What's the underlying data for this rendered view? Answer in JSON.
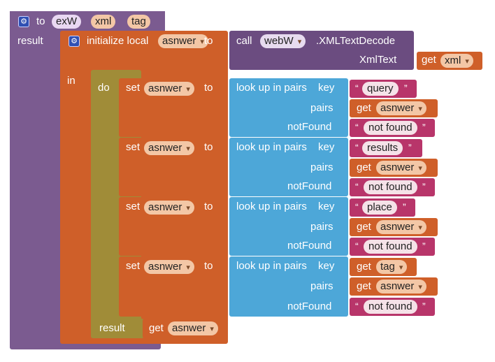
{
  "procedure": {
    "to_label": "to",
    "name": "exW",
    "params": [
      "xml",
      "tag"
    ],
    "result_label": "result"
  },
  "init_local": {
    "label": "initialize local",
    "var": "asnwer",
    "to_label": "to",
    "in_label": "in"
  },
  "call": {
    "label": "call",
    "component": "webW",
    "method": ".XMLTextDecode",
    "arg_label": "XmlText",
    "get_label": "get",
    "get_var": "xml"
  },
  "do_block": {
    "do_label": "do",
    "result_label": "result",
    "get_label": "get",
    "get_var": "asnwer"
  },
  "lookups": [
    {
      "set_label": "set",
      "var": "asnwer",
      "to_label": "to",
      "lookup_label": "look up in pairs",
      "key_label": "key",
      "key_type": "text",
      "key_value": "query",
      "pairs_label": "pairs",
      "pairs_get": "get",
      "pairs_var": "asnwer",
      "notfound_label": "notFound",
      "notfound_value": "not found"
    },
    {
      "set_label": "set",
      "var": "asnwer",
      "to_label": "to",
      "lookup_label": "look up in pairs",
      "key_label": "key",
      "key_type": "text",
      "key_value": "results",
      "pairs_label": "pairs",
      "pairs_get": "get",
      "pairs_var": "asnwer",
      "notfound_label": "notFound",
      "notfound_value": "not found"
    },
    {
      "set_label": "set",
      "var": "asnwer",
      "to_label": "to",
      "lookup_label": "look up in pairs",
      "key_label": "key",
      "key_type": "text",
      "key_value": "place",
      "pairs_label": "pairs",
      "pairs_get": "get",
      "pairs_var": "asnwer",
      "notfound_label": "notFound",
      "notfound_value": "not found"
    },
    {
      "set_label": "set",
      "var": "asnwer",
      "to_label": "to",
      "lookup_label": "look up in pairs",
      "key_label": "key",
      "key_type": "get",
      "key_get": "get",
      "key_value": "tag",
      "pairs_label": "pairs",
      "pairs_get": "get",
      "pairs_var": "asnwer",
      "notfound_label": "notFound",
      "notfound_value": "not found"
    }
  ],
  "quote_open": "“",
  "quote_close": "”",
  "icons": {
    "mutator": "gear-icon",
    "dropdown": "chevron-down-icon"
  },
  "colors": {
    "procedure": "#7b5b90",
    "variables": "#cf5f29",
    "control": "#a08c38",
    "dictionary": "#4da7d8",
    "text": "#b8356a",
    "component": "#7b5b90"
  }
}
